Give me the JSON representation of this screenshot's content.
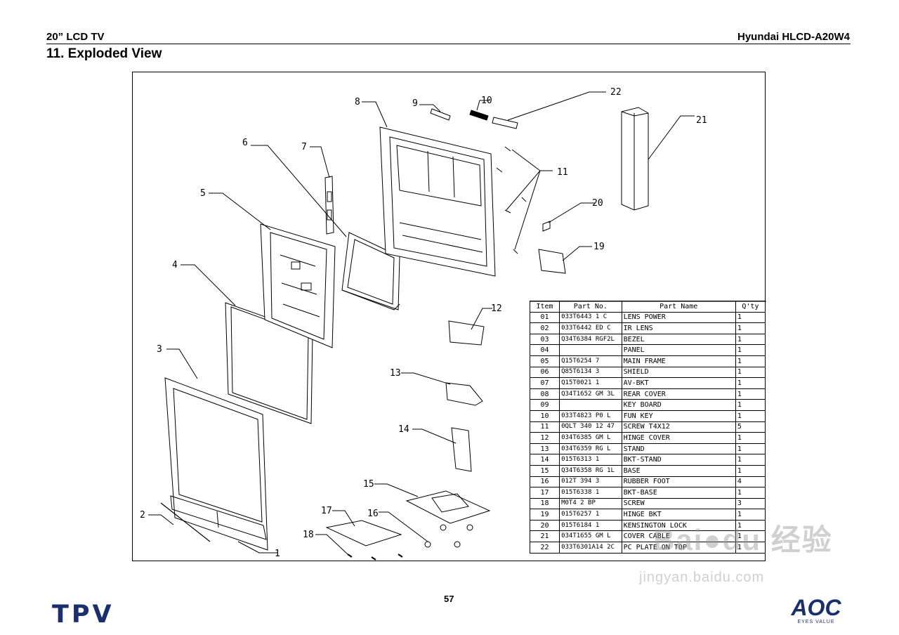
{
  "header": {
    "left": "20” LCD TV",
    "right": "Hyundai HLCD-A20W4"
  },
  "section_title": "11. Exploded View",
  "callouts": [
    "1",
    "2",
    "3",
    "4",
    "5",
    "6",
    "7",
    "8",
    "9",
    "10",
    "11",
    "12",
    "13",
    "14",
    "15",
    "16",
    "17",
    "18",
    "19",
    "20",
    "21",
    "22"
  ],
  "table": {
    "headers": [
      "Item",
      "Part No.",
      "Part Name",
      "Q'ty"
    ],
    "rows": [
      {
        "item": "01",
        "part_no": "033T6443 1 C",
        "name": "LENS POWER",
        "qty": "1"
      },
      {
        "item": "02",
        "part_no": "033T6442 ED C",
        "name": "IR LENS",
        "qty": "1"
      },
      {
        "item": "03",
        "part_no": "Q34T6384 RGF2L",
        "name": "BEZEL",
        "qty": "1"
      },
      {
        "item": "04",
        "part_no": "",
        "name": "PANEL",
        "qty": "1"
      },
      {
        "item": "05",
        "part_no": "Q15T6254 7",
        "name": "MAIN FRAME",
        "qty": "1"
      },
      {
        "item": "06",
        "part_no": "Q85T6134 3",
        "name": "SHIELD",
        "qty": "1"
      },
      {
        "item": "07",
        "part_no": "Q15T0021 1",
        "name": "AV-BKT",
        "qty": "1"
      },
      {
        "item": "08",
        "part_no": "Q34T1652 GM 3L",
        "name": "REAR COVER",
        "qty": "1"
      },
      {
        "item": "09",
        "part_no": "",
        "name": "KEY BOARD",
        "qty": "1"
      },
      {
        "item": "10",
        "part_no": "033T4823 P0 L",
        "name": "FUN KEY",
        "qty": "1"
      },
      {
        "item": "11",
        "part_no": "0QLT 340 12 47",
        "name": "SCREW T4X12",
        "qty": "5"
      },
      {
        "item": "12",
        "part_no": "034T6385 GM L",
        "name": "HINGE COVER",
        "qty": "1"
      },
      {
        "item": "13",
        "part_no": "034T6359 RG L",
        "name": "STAND",
        "qty": "1"
      },
      {
        "item": "14",
        "part_no": "015T6313 1",
        "name": "BKT-STAND",
        "qty": "1"
      },
      {
        "item": "15",
        "part_no": "Q34T6358 RG 1L",
        "name": "BASE",
        "qty": "1"
      },
      {
        "item": "16",
        "part_no": "012T 394 3",
        "name": "RUBBER FOOT",
        "qty": "4"
      },
      {
        "item": "17",
        "part_no": "015T6338 1",
        "name": "BKT-BASE",
        "qty": "1"
      },
      {
        "item": "18",
        "part_no": "M0T4 2 BP",
        "name": "SCREW",
        "qty": "3"
      },
      {
        "item": "19",
        "part_no": "015T6257 1",
        "name": "HINGE BKT",
        "qty": "1"
      },
      {
        "item": "20",
        "part_no": "015T6184 1",
        "name": "KENSINGTON LOCK",
        "qty": "1"
      },
      {
        "item": "21",
        "part_no": "034T1655 GM L",
        "name": "COVER CABLE",
        "qty": "1"
      },
      {
        "item": "22",
        "part_no": "033T6301A14 2C",
        "name": "PC PLATE ON TOP",
        "qty": "1"
      }
    ]
  },
  "page_number": "57",
  "logos": {
    "left": "TPV",
    "right": "AOC",
    "right_tagline": "EYES VALUE"
  },
  "watermark": {
    "main": "Bai●du 经验",
    "url": "jingyan.baidu.com"
  },
  "colors": {
    "brand": "#1a2f6e",
    "line": "#000000",
    "watermark": "#969696"
  }
}
